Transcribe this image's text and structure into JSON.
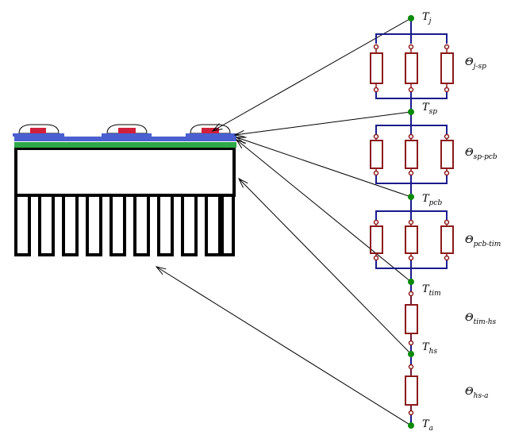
{
  "nodes": [
    {
      "id": "tj",
      "main": "T",
      "sub": "j"
    },
    {
      "id": "tsp",
      "main": "T",
      "sub": "sp"
    },
    {
      "id": "tpcb",
      "main": "T",
      "sub": "pcb"
    },
    {
      "id": "ttim",
      "main": "T",
      "sub": "tim"
    },
    {
      "id": "ths",
      "main": "T",
      "sub": "hs"
    },
    {
      "id": "ta",
      "main": "T",
      "sub": "a"
    }
  ],
  "resistances": [
    {
      "id": "theta-j-sp",
      "main": "Θ",
      "sub": "j-sp"
    },
    {
      "id": "theta-sp-pcb",
      "main": "Θ",
      "sub": "sp-pcb"
    },
    {
      "id": "theta-pcb-tim",
      "main": "Θ",
      "sub": "pcb-tim"
    },
    {
      "id": "theta-tim-hs",
      "main": "Θ",
      "sub": "tim-hs"
    },
    {
      "id": "theta-hs-a",
      "main": "Θ",
      "sub": "hs-a"
    }
  ],
  "colors": {
    "node": "#0a8a0a",
    "wire": "#1a1a8c",
    "resistor": "#8b1a1a",
    "led_blue": "#4a5fd0",
    "led_green": "#2fa84a",
    "led_red": "#d0203a",
    "outline": "#000000"
  }
}
